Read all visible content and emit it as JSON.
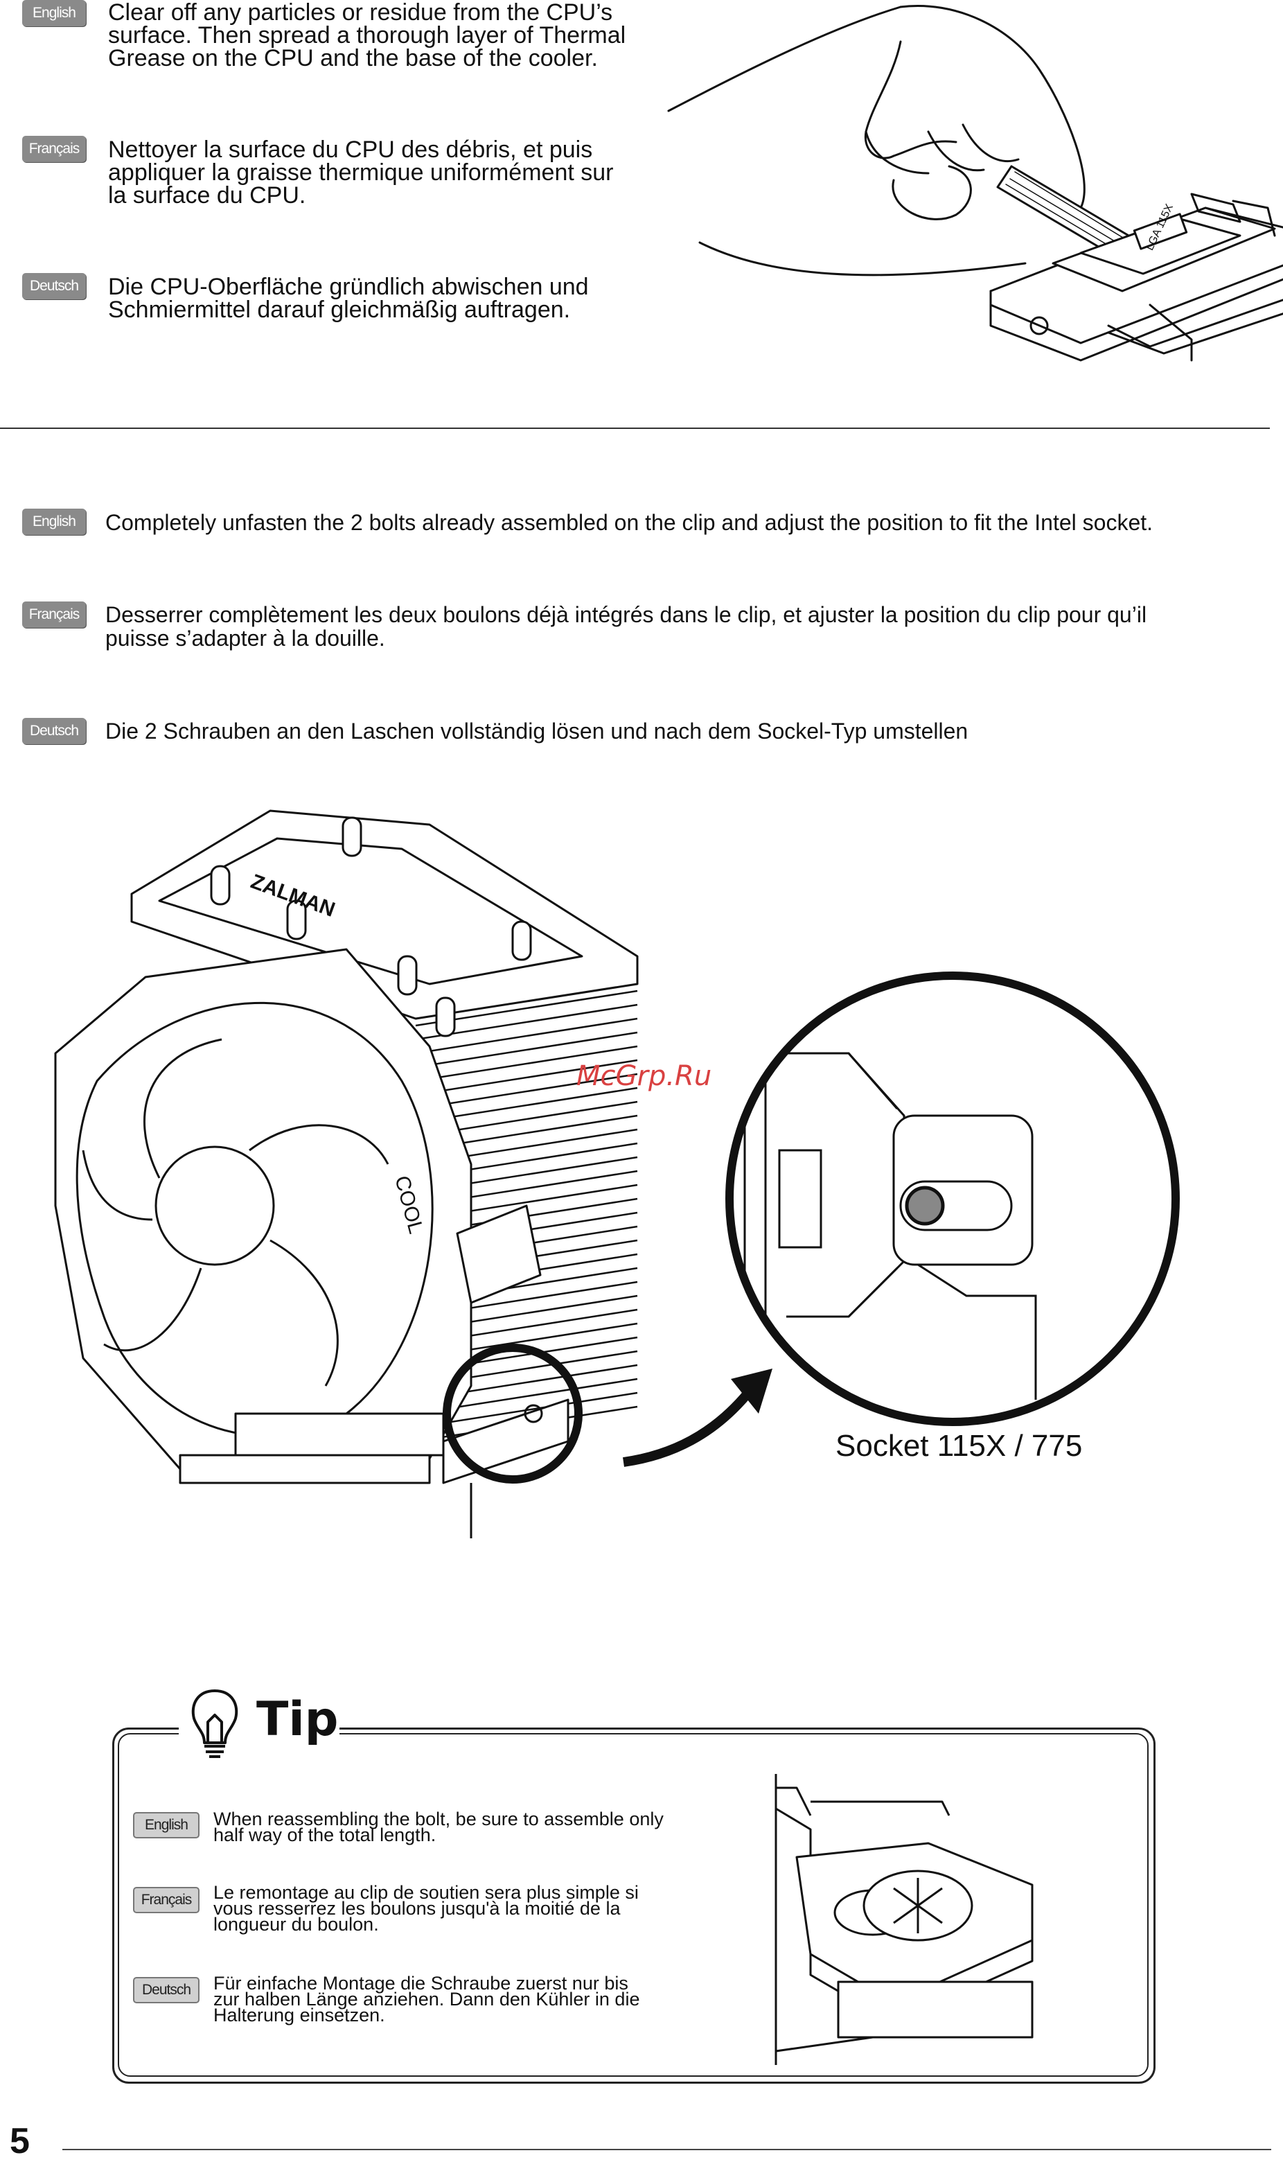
{
  "section1": {
    "items": [
      {
        "lang": "English",
        "text": "Clear off any particles or residue from the CPU’s\nsurface. Then spread a thorough layer of Thermal\nGrease on the CPU and the base of the cooler."
      },
      {
        "lang": "Français",
        "text": "Nettoyer la surface du CPU des débris, et puis\nappliquer la graisse thermique uniformément sur\nla surface du CPU."
      },
      {
        "lang": "Deutsch",
        "text": "Die CPU-Oberfläche gründlich abwischen und\nSchmiermittel darauf gleichmäßig auftragen."
      }
    ]
  },
  "section2": {
    "items": [
      {
        "lang": "English",
        "text": "Completely unfasten the 2 bolts already assembled on the clip and adjust the position to fit the Intel socket."
      },
      {
        "lang": "Français",
        "text": "Desserrer complètement les deux boulons déjà intégrés dans le clip, et ajuster la position du clip pour qu’il\npuisse s’adapter à la douille."
      },
      {
        "lang": "Deutsch",
        "text": "Die 2 Schrauben an den Laschen vollständig lösen und nach dem Sockel-Typ umstellen"
      }
    ],
    "socket_label": "Socket 115X / 775",
    "watermark": "McGrp.Ru",
    "cooler_brand": "ZALMAN",
    "fan_text": "COOL"
  },
  "tip": {
    "title": "Tip",
    "items": [
      {
        "lang": "English",
        "text": "When reassembling the bolt, be sure to assemble only\nhalf way of the total length."
      },
      {
        "lang": "Français",
        "text": "Le remontage au clip de soutien sera plus simple si\nvous resserrez les boulons jusqu'à la moitié de la\nlongueur du boulon."
      },
      {
        "lang": "Deutsch",
        "text": "Für einfache Montage die Schraube zuerst nur bis\nzur halben Länge anziehen. Dann den Kühler in die\nHalterung einsetzen."
      }
    ]
  },
  "page_number": "5",
  "cpu_marking": "LGA 115X"
}
